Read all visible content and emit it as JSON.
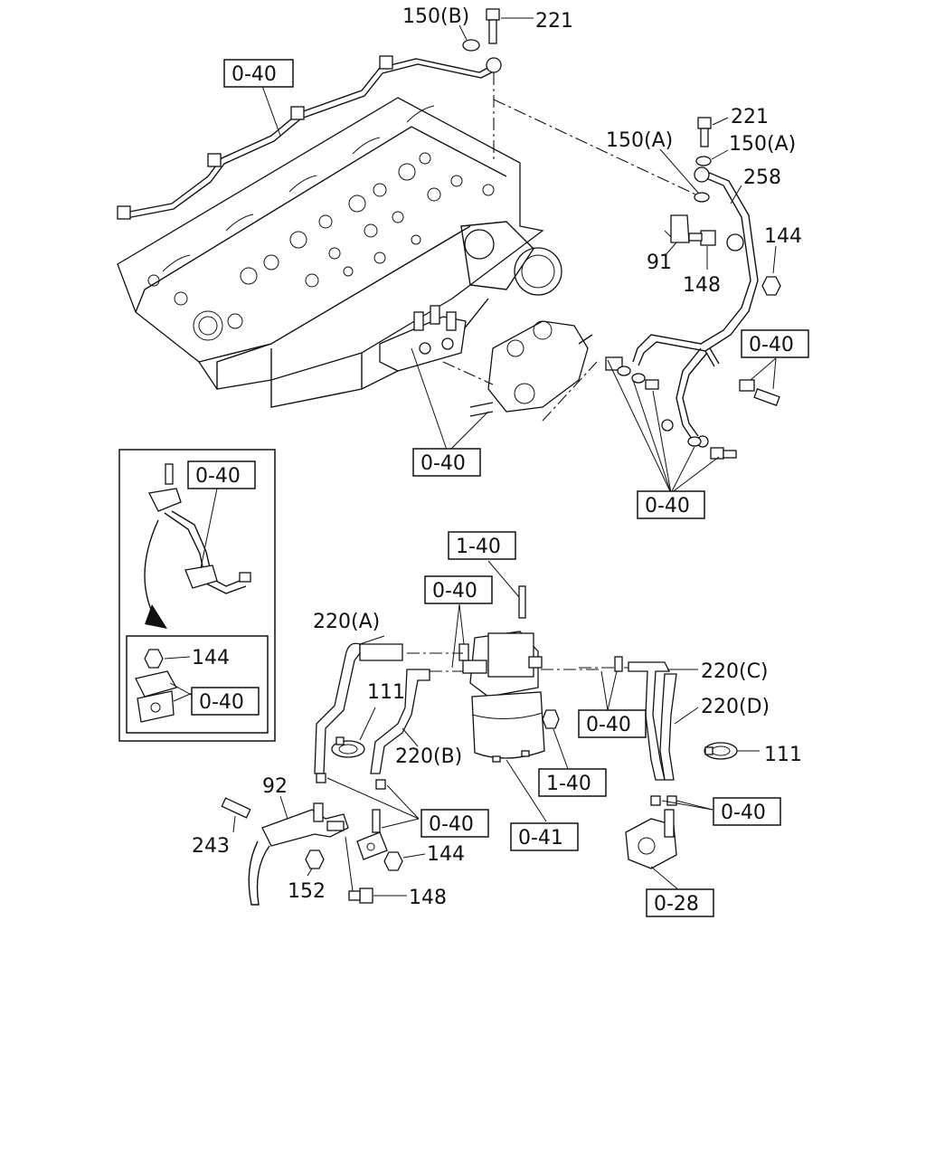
{
  "labels": {
    "p150b": "150(B)",
    "p221_top": "221",
    "ref_040_a": "0-40",
    "p221_right": "221",
    "p150a_left": "150(A)",
    "p150a_right": "150(A)",
    "p258": "258",
    "p144_top": "144",
    "p91": "91",
    "p148_top": "148",
    "ref_040_b": "0-40",
    "ref_040_c": "0-40",
    "ref_040_d": "0-40",
    "ref_040_inset_top": "0-40",
    "p144_inset": "144",
    "ref_040_inset_bottom": "0-40",
    "ref_140_a": "1-40",
    "ref_040_e": "0-40",
    "p220a": "220(A)",
    "p220c": "220(C)",
    "p220d": "220(D)",
    "p111_left": "111",
    "p220b": "220(B)",
    "ref_040_f": "0-40",
    "p111_right": "111",
    "ref_140_b": "1-40",
    "p92": "92",
    "ref_040_g": "0-40",
    "ref_040_h": "0-40",
    "p243": "243",
    "p144_bottom": "144",
    "ref_041": "0-41",
    "p152": "152",
    "p148_bottom": "148",
    "ref_028": "0-28"
  }
}
